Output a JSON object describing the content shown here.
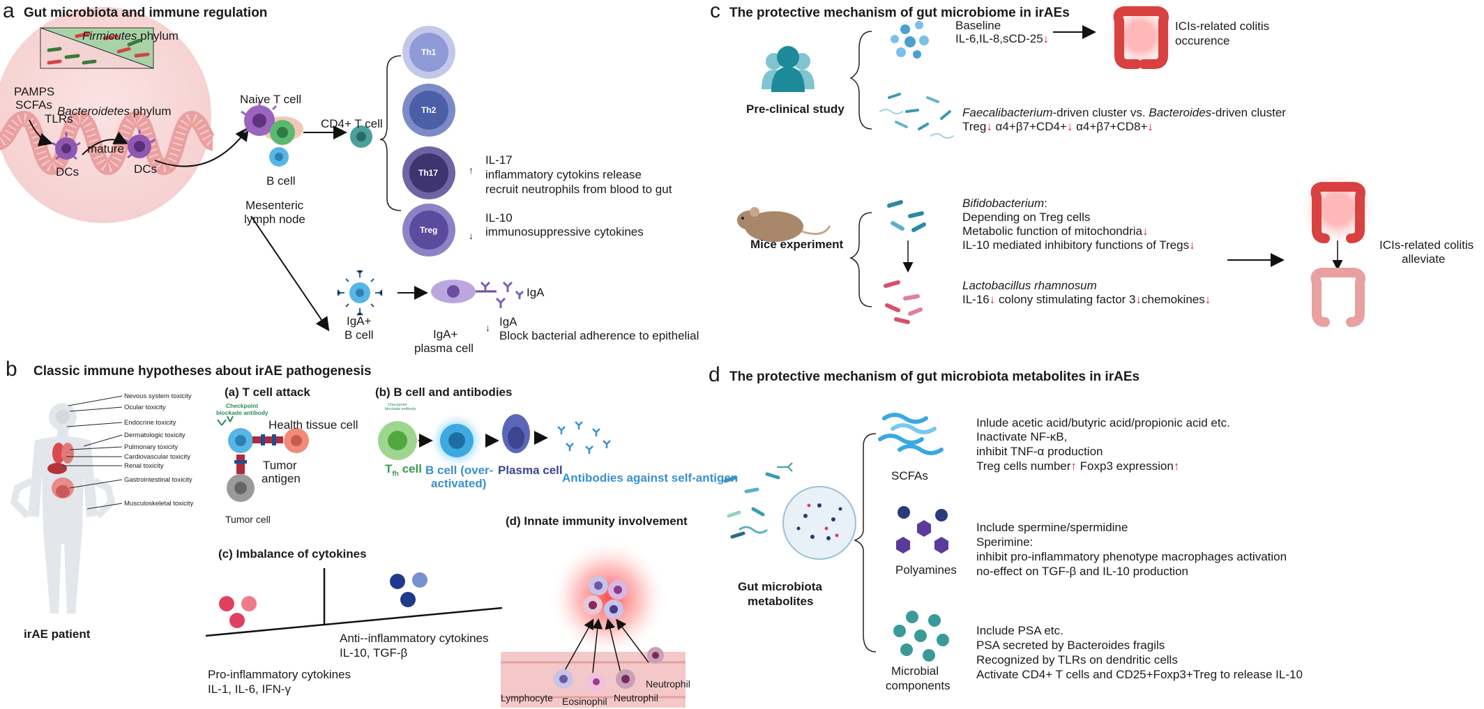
{
  "panel_a": {
    "letter": "a",
    "title": "Gut microbiota and immune regulation",
    "firmicutes_name": "Firmicutes",
    "firmicutes_suffix": " phylum",
    "bacteroidetes_name": "Bacteroidetes",
    "bacteroidetes_suffix": " phylum",
    "pamps": "PAMPS",
    "scfas": "SCFAs",
    "tlrs": "TLRs",
    "mature": "mature",
    "dcs_1": "DCs",
    "dcs_2": "DCs",
    "naive_t": "Naive T cell",
    "b_cell": "B cell",
    "cd4": "CD4+ T cell",
    "mesenteric_1": "Mesenteric",
    "mesenteric_2": "lymph node",
    "th1": "Th1",
    "th2": "Th2",
    "th17": "Th17",
    "treg": "Treg",
    "th17_arrow": "↑",
    "th17_lines": [
      "IL-17",
      "inflammatory cytokins release",
      "recruit neutrophils from blood to gut"
    ],
    "treg_arrow": "↓",
    "treg_lines": [
      "IL-10",
      "immunosuppressive cytokines"
    ],
    "iga_bcell_1": "IgA+",
    "iga_bcell_2": "B cell",
    "iga_plasma_1": "IgA+",
    "iga_plasma_2": "plasma cell",
    "iga_label": "IgA",
    "iga_arrow": "↓",
    "iga_lines": [
      "IgA",
      "Block bacterial adherence to epithelial"
    ]
  },
  "panel_b": {
    "letter": "b",
    "title": "Classic immune hypotheses about irAE pathogenesis",
    "patient": "irAE patient",
    "toxicities": [
      "Nevous system toxicity",
      "Ocular  toxicity",
      "Endocrine toxicity",
      "Dermatologic toxicity",
      "Pulmonary toxicity",
      "Cardiovascular toxicity",
      "Renal toxicity",
      "Gastrointestinal toxicity",
      "Musculoskeletal toxicity"
    ],
    "a_title": "(a) T cell attack",
    "checkpoint_1": "Checkpoint",
    "checkpoint_2": "blockade antibody",
    "health_tissue": "Health tissue cell",
    "tumor_antigen_1": "Tumor",
    "tumor_antigen_2": "antigen",
    "tumor_cell": "Tumor cell",
    "b_title": "(b) B cell and antibodies",
    "small_antibody_1": "Checkpoint",
    "small_antibody_2": "blockade antibody",
    "th_cell_main": "T",
    "th_cell_sub": "fh",
    "th_cell_suffix": " cell",
    "b_over_1": "B cell (over-",
    "b_over_2": "activated)",
    "plasma": "Plasma cell",
    "self_antigen": "Antibodies against self-antigen",
    "c_title": "(c) Imbalance of cytokines",
    "anti_1": "Anti--inflammatory cytokines",
    "anti_2": "IL-10, TGF-β",
    "pro_1": "Pro-inflammatory cytokines",
    "pro_2": "IL-1, IL-6, IFN-γ",
    "d_title": "(d) Innate immunity involvement",
    "lymphocyte": "Lymphocyte",
    "eosinophil": "Eosinophil",
    "neutrophil_1": "Neutrophil",
    "neutrophil_2": "Neutrophil"
  },
  "panel_c": {
    "letter": "c",
    "title": "The protective mechanism of gut microbiome in irAEs",
    "preclinical": "Pre-clinical study",
    "baseline": "Baseline",
    "baseline_line": "IL-6,IL-8,sCD-25",
    "down": "↓",
    "colitis_occ_1": "ICIs-related colitis",
    "colitis_occ_2": "occurence",
    "faecali": "Faecalibacterium",
    "driven1": "-driven cluster vs. ",
    "bacteroides": "Bacteroides",
    "driven2": "-driven cluster",
    "treg_line": [
      "Treg",
      " α4+β7+CD4+",
      " α4+β7+CD8+"
    ],
    "mice": "Mice experiment",
    "bifido": "Bifidobacterium",
    "bifido_colon": ":",
    "bifido_lines": [
      "Depending on Treg cells",
      "Metabolic function of mitochondria",
      "IL-10 mediated inhibitory functions of Tregs"
    ],
    "lacto": "Lactobacillus rhamnosum",
    "lacto_line": [
      "IL-16",
      " colony stimulating factor 3",
      "chemokines"
    ],
    "alleviate_1": "ICIs-related colitis",
    "alleviate_2": "alleviate"
  },
  "panel_d": {
    "letter": "d",
    "title": "The protective mechanism of gut microbiota metabolites in irAEs",
    "gut_1": "Gut microbiota",
    "gut_2": "metabolites",
    "scfas": "SCFAs",
    "scfas_lines": [
      "Inlude acetic acid/butyric acid/propionic acid etc.",
      "Inactivate NF-κB,",
      "inhibit TNF-α production"
    ],
    "scfas_treg": "Treg cells number",
    "scfas_foxp3": " Foxp3 expression",
    "up": "↑",
    "polyamines": "Polyamines",
    "poly_lines": [
      "Include spermine/spermidine",
      "Sperimine:",
      "inhibit pro-inflammatory phenotype macrophages activation",
      "no-effect on TGF-β and IL-10 production"
    ],
    "microbial_1": "Microbial",
    "microbial_2": "components",
    "micro_lines": [
      "Include PSA etc.",
      "PSA secreted by Bacteroides fragils",
      "Recognized by TLRs on dendritic cells",
      "Activate CD4+ T cells and CD25+Foxp3+Treg to release IL-10"
    ]
  },
  "colors": {
    "th1": "#8f9bd6",
    "th2": "#4a5fa8",
    "th17": "#3e3470",
    "treg": "#5a4b9e",
    "down_arrow": "#e02020",
    "bcell": "#58b6e6",
    "dc": "#8f58b0"
  }
}
